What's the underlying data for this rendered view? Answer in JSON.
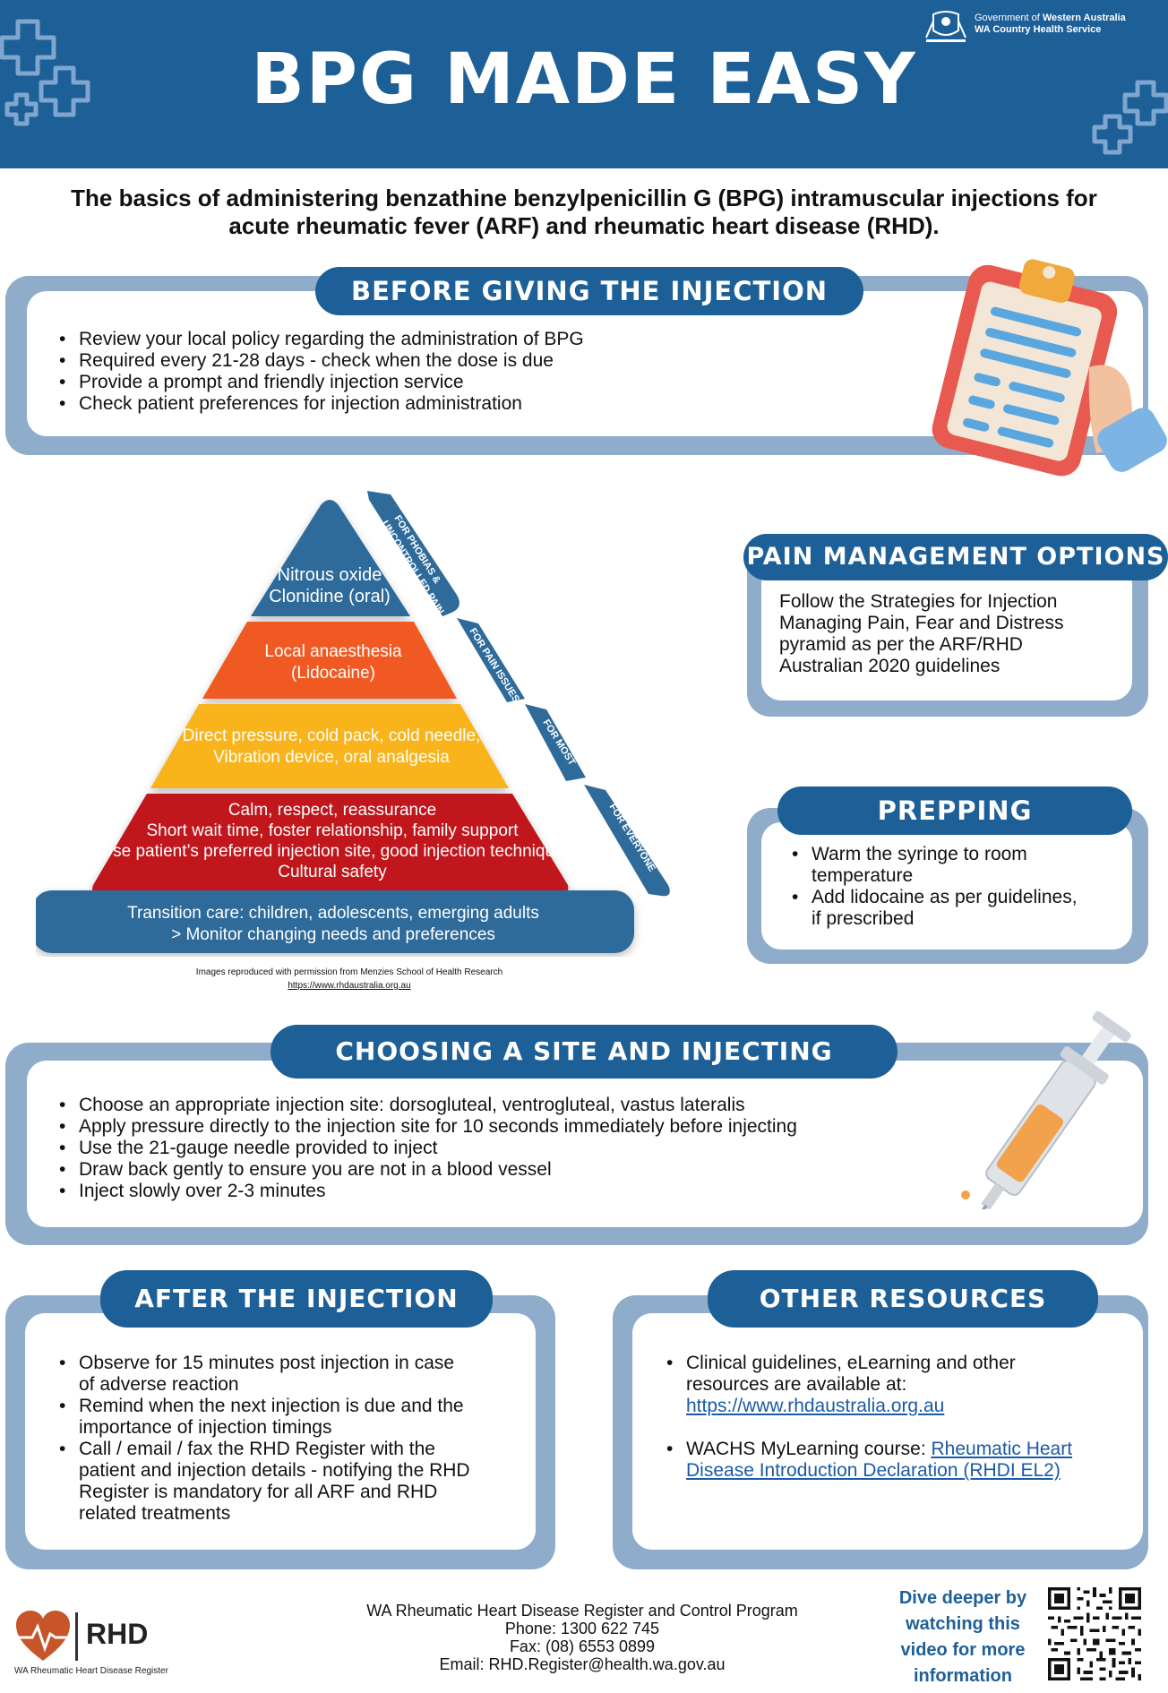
{
  "header": {
    "title": "BPG MADE EASY",
    "gov_line1_prefix": "Government of ",
    "gov_line1_bold": "Western Australia",
    "gov_line2": "WA Country Health Service"
  },
  "subtitle": {
    "line1": "The basics of administering benzathine benzylpenicillin G (BPG) intramuscular injections for",
    "line2": "acute rheumatic fever (ARF) and rheumatic heart disease (RHD)."
  },
  "before": {
    "title": "BEFORE GIVING THE INJECTION",
    "items": [
      "Review your local policy regarding the administration of BPG",
      "Required every 21-28 days - check when the dose is due",
      "Provide a prompt and friendly injection service",
      "Check patient preferences for injection administration"
    ]
  },
  "pyramid": {
    "tier1": [
      "Nitrous oxide",
      "Clonidine (oral)"
    ],
    "tier2": [
      "Local anaesthesia",
      "(Lidocaine)"
    ],
    "tier3": [
      "Direct pressure, cold pack, cold needle,",
      "Vibration device, oral analgesia"
    ],
    "tier4": [
      "Calm, respect, reassurance",
      "Short wait time, foster relationship, family support",
      "Use patient’s preferred injection site, good injection technique",
      "Cultural safety"
    ],
    "base": [
      "Transition care: children, adolescents, emerging adults",
      "> Monitor changing needs and preferences"
    ],
    "arrows": [
      "FOR PHOBIAS &",
      "UNCONTROLLED PAIN",
      "FOR PAIN ISSUES",
      "FOR MOST",
      "FOR EVERYONE"
    ],
    "colors": {
      "tier1": "#2f6b9a",
      "tier2": "#f05a24",
      "tier3": "#f9b41e",
      "tier4": "#c0171e",
      "base": "#2f6b9a"
    },
    "credit_line1": "Images reproduced with permission from Menzies School of Health Research",
    "credit_line2": "https://www.rhdaustralia.org.au"
  },
  "pain": {
    "title": "PAIN MANAGEMENT OPTIONS",
    "lines": [
      "Follow the Strategies for Injection",
      "Managing Pain, Fear and Distress",
      "pyramid as per the ARF/RHD",
      "Australian 2020 guidelines"
    ]
  },
  "prepping": {
    "title": "PREPPING",
    "items": [
      [
        "Warm the syringe to room",
        "temperature"
      ],
      [
        "Add lidocaine as per guidelines,",
        "if prescribed"
      ]
    ]
  },
  "choosing": {
    "title": "CHOOSING A SITE AND INJECTING",
    "items": [
      "Choose an appropriate injection site: dorsogluteal, ventrogluteal, vastus lateralis",
      "Apply pressure directly to the injection site for 10 seconds immediately before injecting",
      "Use the 21-gauge needle provided to inject",
      "Draw back gently to ensure you are not in a blood vessel",
      "Inject slowly over 2-3 minutes"
    ]
  },
  "after": {
    "title": "AFTER THE INJECTION",
    "items": [
      [
        "Observe for 15 minutes post injection in case",
        "of adverse reaction"
      ],
      [
        "Remind when the next injection is due and the",
        "importance of injection timings"
      ],
      [
        "Call / email / fax the RHD Register with the",
        "patient and injection details - notifying the RHD",
        "Register is mandatory for all ARF and RHD",
        "related treatments"
      ]
    ]
  },
  "resources": {
    "title": "OTHER RESOURCES",
    "item1_lines": [
      "Clinical guidelines, eLearning and other",
      "resources are available at:"
    ],
    "item1_link": "https://www.rhdaustralia.org.au",
    "item2_prefix": "WACHS MyLearning course: ",
    "item2_link_line1": "Rheumatic Heart",
    "item2_link_line2": "Disease Introduction Declaration (RHDI EL2)"
  },
  "footer": {
    "line1": "WA Rheumatic Heart Disease Register and Control Program",
    "phone": "Phone: 1300 622 745",
    "fax": "Fax: (08) 6553 0899",
    "email": "Email: RHD.Register@health.wa.gov.au",
    "logo_text": "RHD",
    "logo_sub": "WA Rheumatic Heart Disease Register",
    "dive": [
      "Dive deeper by",
      "watching this",
      "video for more",
      "information"
    ]
  }
}
